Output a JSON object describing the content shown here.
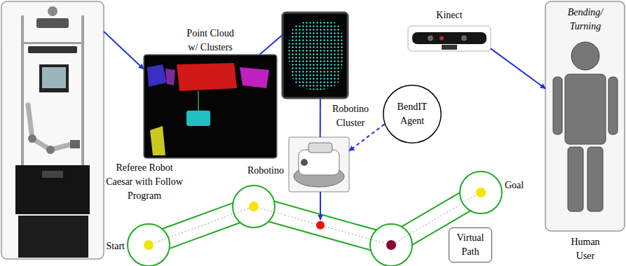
{
  "diagram": {
    "nodes": [
      {
        "text": [
          "Referee Robot Caesar with Follow Program"
        ]
      },
      {
        "text": [
          "Point Cloud w/ Clusters"
        ]
      },
      {
        "text": [
          "Robotino Cluster"
        ]
      },
      {
        "text": [
          "Kinect"
        ]
      },
      {
        "text": [
          "BendIT Agent"
        ]
      },
      {
        "text": [
          "Robotino"
        ]
      },
      {
        "text": [
          "Bending/ Turning",
          "Human User"
        ]
      },
      {
        "text": [
          "Start"
        ]
      },
      {
        "text": [
          "Goal"
        ]
      },
      {
        "text": [
          "Virtual Path"
        ]
      }
    ],
    "edges": [
      {
        "from": 0,
        "to": 1,
        "arrow": "to"
      },
      {
        "from": 1,
        "to": 2,
        "arrow": "none"
      },
      {
        "from": 2,
        "to": 5,
        "arrow": "none"
      },
      {
        "from": 3,
        "to": 6,
        "arrow": "to"
      },
      {
        "from": 4,
        "to": 5,
        "arrow": "to"
      }
    ]
  }
}
